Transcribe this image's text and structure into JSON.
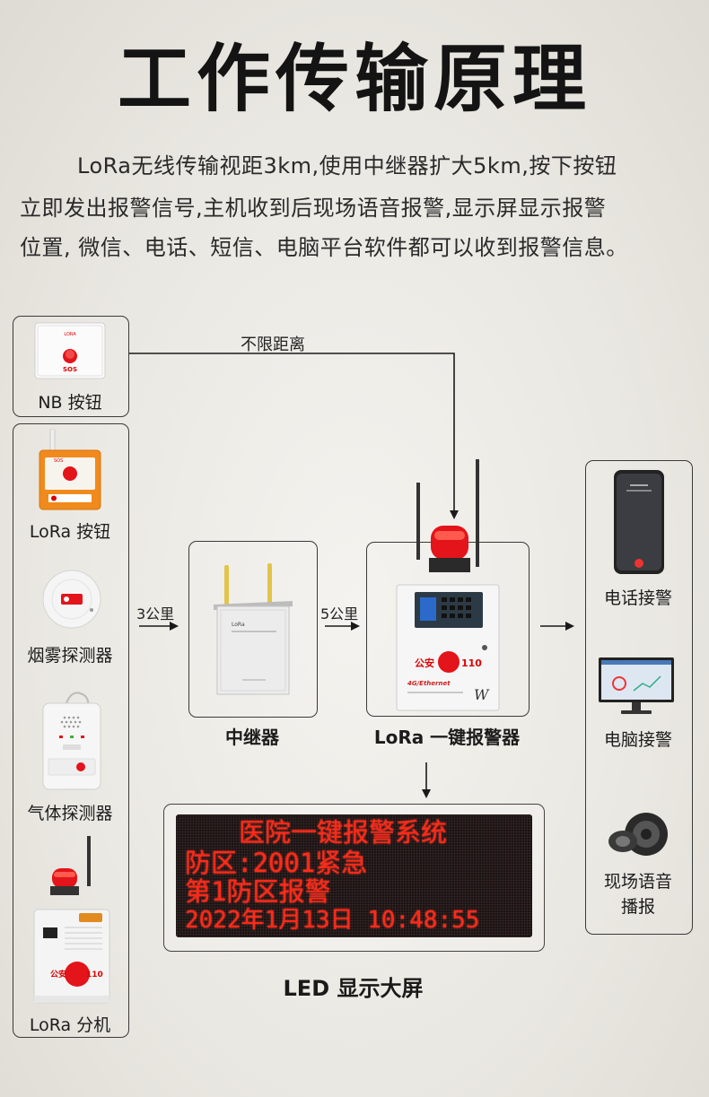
{
  "title": "工作传输原理",
  "intro": [
    "LoRa无线传输视距3km,使用中继器扩大5km,按下按钮",
    "立即发出报警信号,主机收到后现场语音报警,显示屏显示报警",
    "位置, 微信、电话、短信、电脑平台软件都可以收到报警信息。"
  ],
  "nb_button": {
    "label": "NB 按钮",
    "device_brand": "LORA",
    "device_text": "SOS"
  },
  "no_limit_label": "不限距离",
  "sensors": [
    {
      "label": "LoRa 按钮",
      "device_text": "SOS"
    },
    {
      "label": "烟雾探测器"
    },
    {
      "label": "气体探测器"
    },
    {
      "label": "LoRa 分机",
      "device_text": "公安",
      "device_num": "110"
    }
  ],
  "dist1": "3公里",
  "dist2": "5公里",
  "repeater": {
    "label": "中继器",
    "device_brand": "LoRa"
  },
  "main_alarm": {
    "label": "LoRa 一键报警器",
    "device_text": "公安",
    "device_num": "110",
    "device_sub": "4G/Ethernet"
  },
  "outputs": [
    {
      "label": "电话接警"
    },
    {
      "label": "电脑接警"
    },
    {
      "label_lines": [
        "现场语音",
        "播报"
      ]
    }
  ],
  "led": {
    "label": "LED 显示大屏",
    "lines": [
      "医院一键报警系统",
      "防区:2001紧急",
      "第1防区报警",
      "2022年1月13日  10:48:55"
    ]
  },
  "colors": {
    "led_text": "#ff2a18",
    "alarm_red": "#e3141a",
    "device_orange": "#f08a1c",
    "line": "#1a1a1a"
  }
}
